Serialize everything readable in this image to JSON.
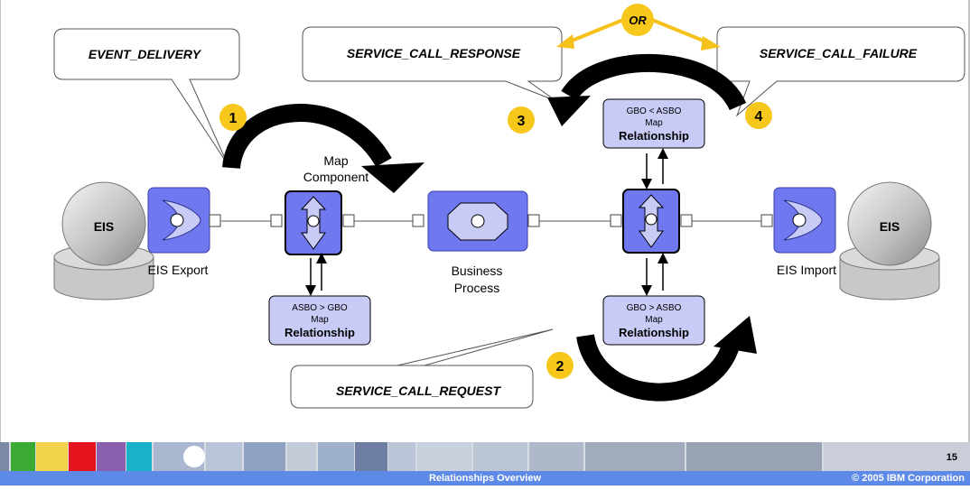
{
  "callouts": {
    "event_delivery": "EVENT_DELIVERY",
    "service_call_response": "SERVICE_CALL_RESPONSE",
    "service_call_failure": "SERVICE_CALL_FAILURE",
    "service_call_request": "SERVICE_CALL_REQUEST"
  },
  "or_label": "OR",
  "steps": {
    "s1": "1",
    "s2": "2",
    "s3": "3",
    "s4": "4"
  },
  "components": {
    "eis_left": "EIS",
    "eis_right": "EIS",
    "eis_export": "EIS Export",
    "eis_import": "EIS Import",
    "map_component_line1": "Map",
    "map_component_line2": "Component",
    "business_process_line1": "Business",
    "business_process_line2": "Process"
  },
  "relationships": {
    "asbo_gbo": {
      "line1": "ASBO > GBO",
      "line2": "Map",
      "title": "Relationship"
    },
    "gbo_lt_asbo": {
      "line1": "GBO < ASBO",
      "line2": "Map",
      "title": "Relationship"
    },
    "gbo_gt_asbo": {
      "line1": "GBO > ASBO",
      "line2": "Map",
      "title": "Relationship"
    }
  },
  "footer": {
    "title": "Relationships Overview",
    "copyright": "© 2005 IBM Corporation",
    "page": "15"
  },
  "colors": {
    "component_blue": "#6f78ee",
    "component_light": "#c9cbf7",
    "step_yellow": "#f7c81b",
    "or_arrow": "#f6c11a",
    "footer_blue": "#5d8ae6"
  }
}
